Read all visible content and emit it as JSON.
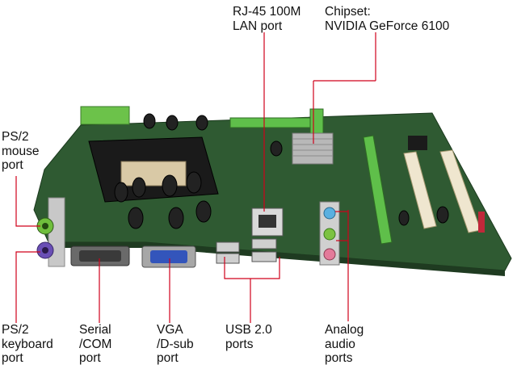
{
  "callouts": {
    "rj45": "RJ-45 100M\nLAN port",
    "chipset": "Chipset:\nNVIDIA GeForce 6100",
    "ps2_mouse": "PS/2\nmouse\nport",
    "ps2_keyboard": "PS/2\nkeyboard\nport",
    "serial": "Serial\n/COM\nport",
    "vga": "VGA\n/D-sub\nport",
    "usb": "USB 2.0\nports",
    "audio": "Analog\naudio\nports"
  },
  "colors": {
    "callout_line": "#d0001a",
    "pcb": "#2f5a32",
    "ps2_mouse": "#6fbf3c",
    "ps2_keyboard": "#6a4fb5",
    "vga": "#3355bb",
    "audio_in": "#5ab0e0",
    "audio_out": "#7cc242",
    "audio_mic": "#e37a9a",
    "heatsink": "#b8b8b8",
    "slot_green": "#5fbf4a"
  }
}
